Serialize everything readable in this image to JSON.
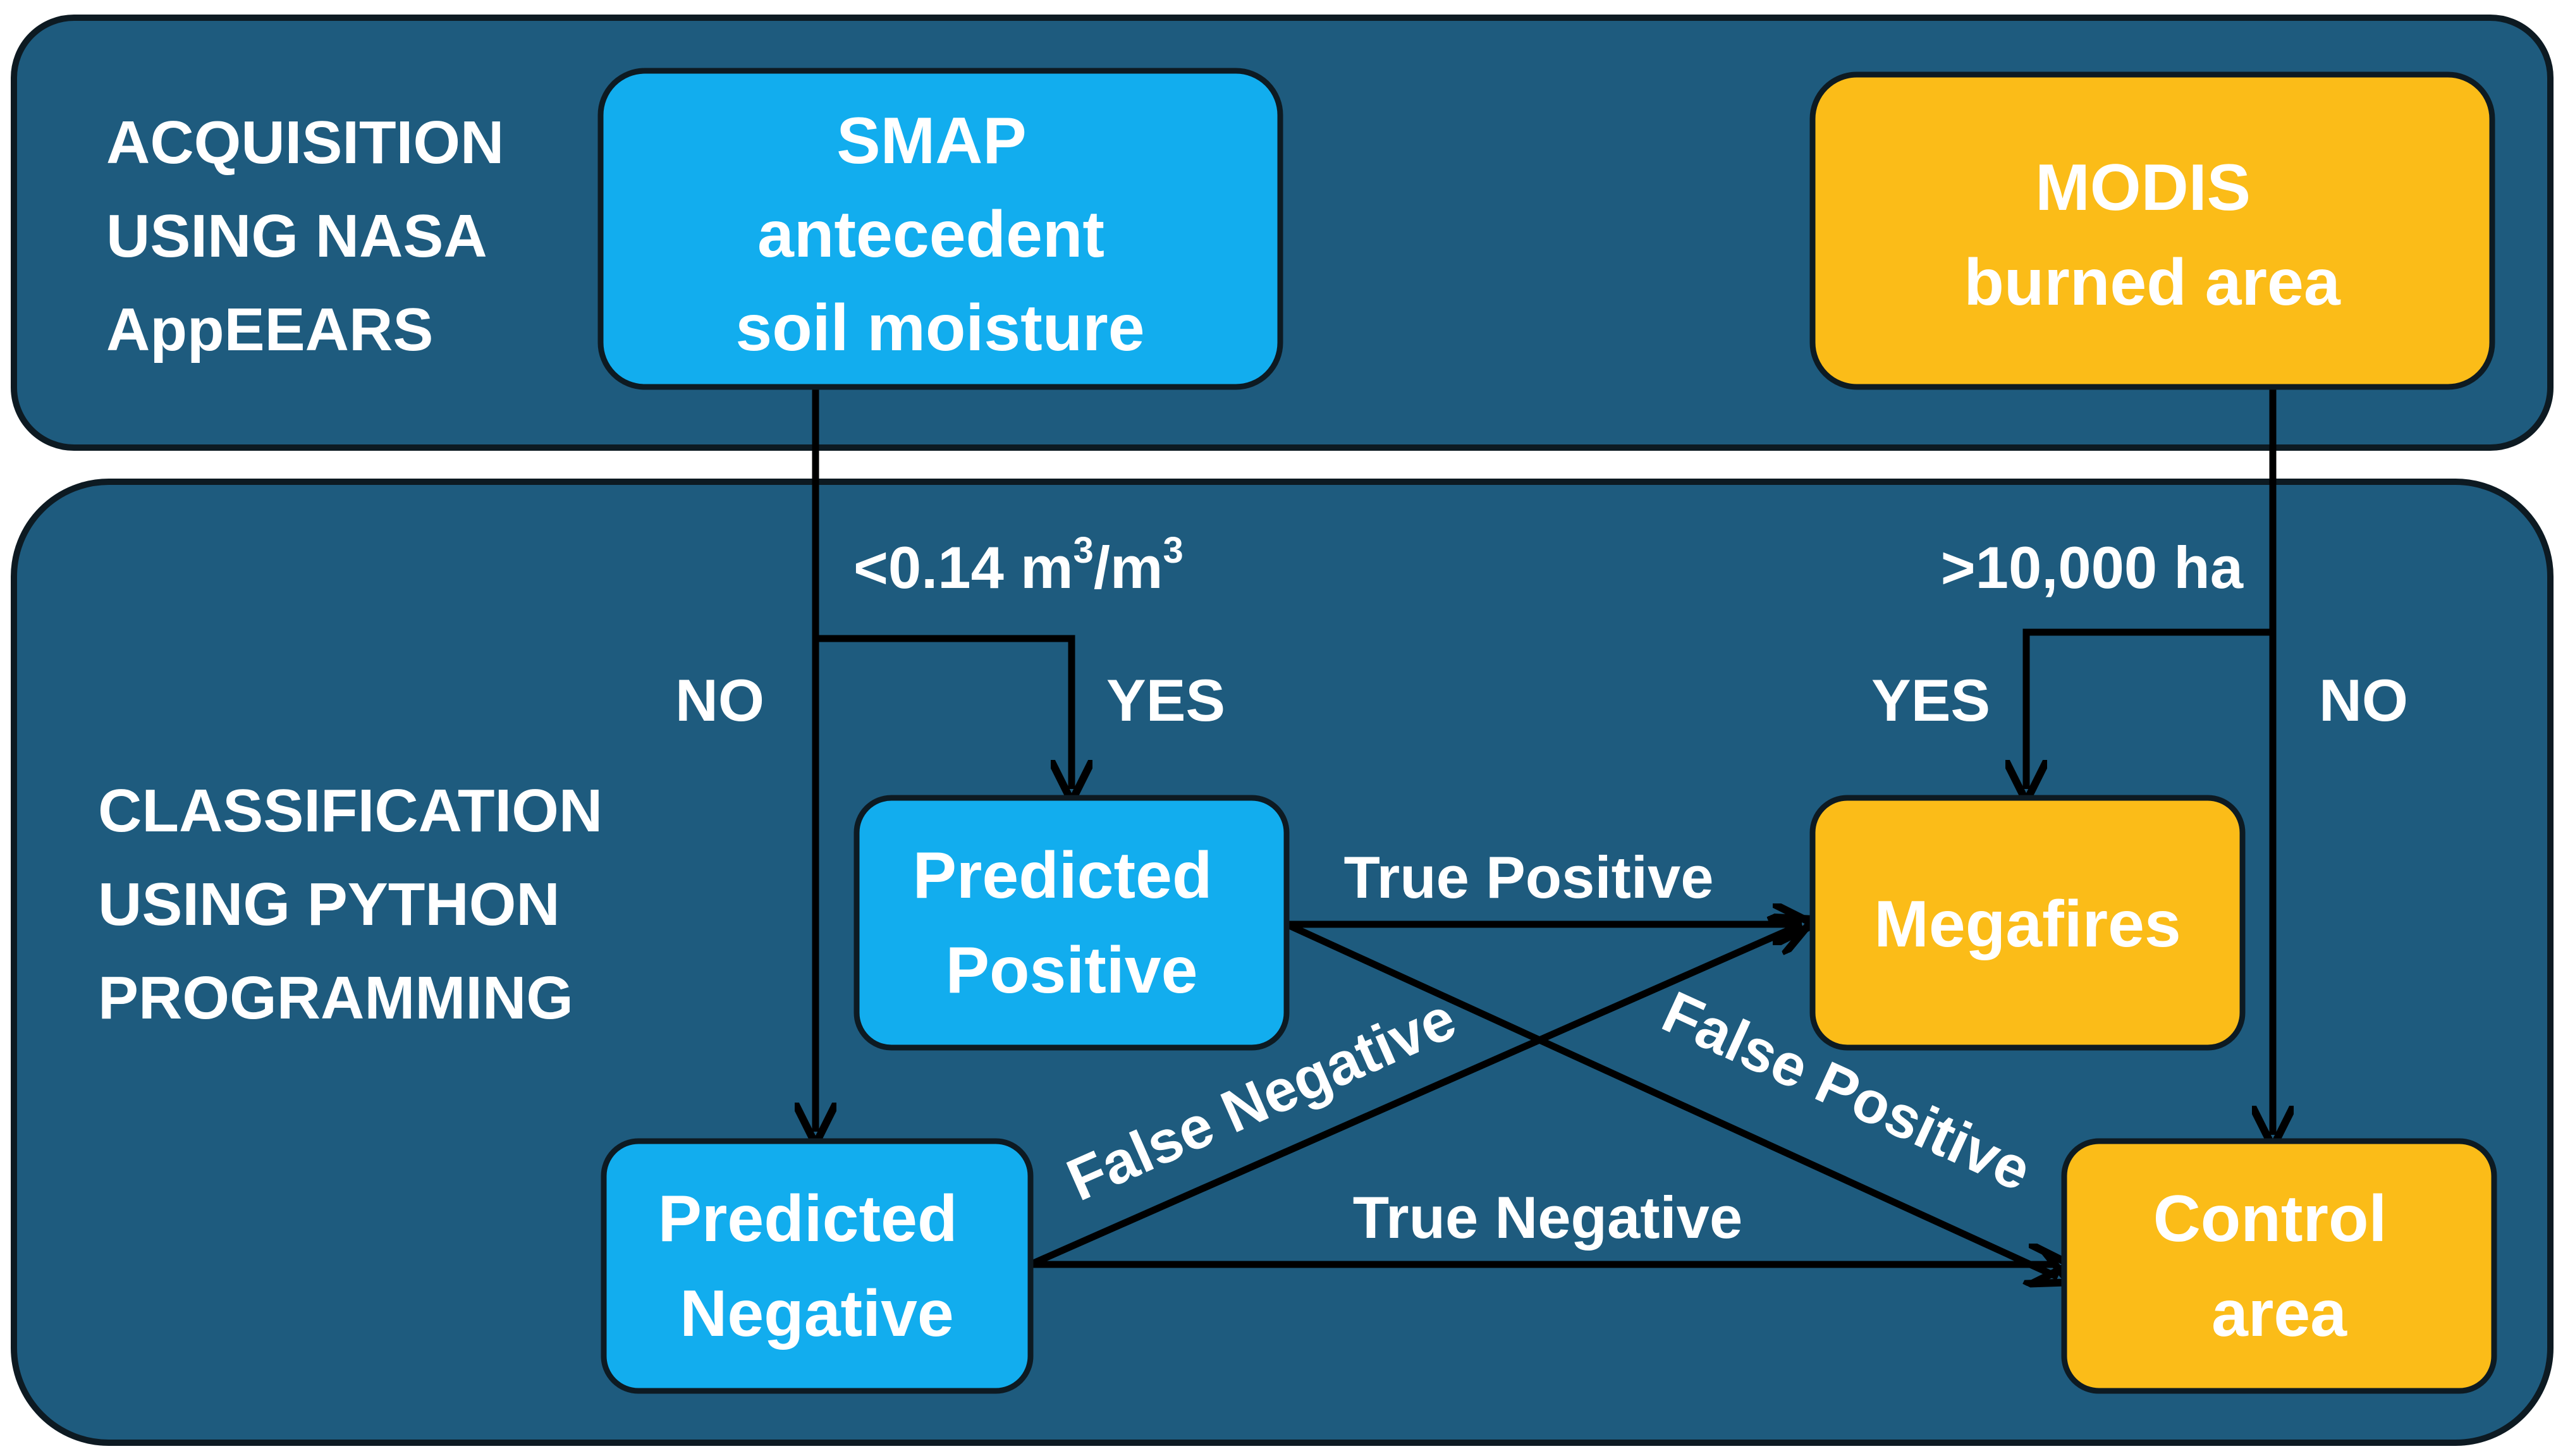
{
  "panels": {
    "acquisition": {
      "label_lines": [
        "ACQUISITION",
        "USING NASA",
        "AppEEARS"
      ]
    },
    "classification": {
      "label_lines": [
        "CLASSIFICATION",
        "USING PYTHON",
        "PROGRAMMING"
      ]
    }
  },
  "nodes": {
    "smap": {
      "lines": [
        "SMAP",
        "antecedent",
        "soil moisture"
      ]
    },
    "modis": {
      "lines": [
        "MODIS",
        "burned area"
      ]
    },
    "predicted_positive": {
      "lines": [
        "Predicted",
        "Positive"
      ]
    },
    "predicted_negative": {
      "lines": [
        "Predicted",
        "Negative"
      ]
    },
    "megafires": {
      "lines": [
        "Megafires"
      ]
    },
    "control_area": {
      "lines": [
        "Control",
        "area"
      ]
    }
  },
  "thresholds": {
    "soil_moisture": {
      "prefix": "<0.14 m",
      "sup1": "3",
      "mid": "/m",
      "sup2": "3"
    },
    "burned_area": ">10,000 ha"
  },
  "branches": {
    "smap_no": "NO",
    "smap_yes": "YES",
    "modis_yes": "YES",
    "modis_no": "NO"
  },
  "edges": {
    "true_positive": "True Positive",
    "false_negative": "False Negative",
    "false_positive": "False Positive",
    "true_negative": "True Negative"
  },
  "colors": {
    "panel": "#1e5b7e",
    "smap_blue": "#12adee",
    "modis_gold": "#fbbc18",
    "outline": "#0d1a22",
    "arrow": "#000000",
    "text": "#ffffff"
  }
}
